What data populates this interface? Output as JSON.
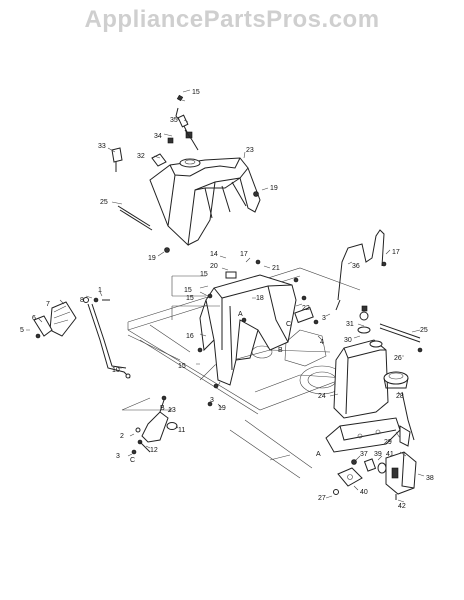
{
  "watermark": "AppliancePartsPros.com",
  "callouts": [
    {
      "label": "15"
    },
    {
      "label": "35"
    },
    {
      "label": "34"
    },
    {
      "label": "33"
    },
    {
      "label": "32"
    },
    {
      "label": "23"
    },
    {
      "label": "19"
    },
    {
      "label": "25"
    },
    {
      "label": "19"
    },
    {
      "label": "14"
    },
    {
      "label": "17"
    },
    {
      "label": "20"
    },
    {
      "label": "21"
    },
    {
      "label": "15"
    },
    {
      "label": "15"
    },
    {
      "label": "18"
    },
    {
      "label": "15"
    },
    {
      "label": "16"
    },
    {
      "label": "22"
    },
    {
      "label": "A"
    },
    {
      "label": "C"
    },
    {
      "label": "3"
    },
    {
      "label": "4"
    },
    {
      "label": "B"
    },
    {
      "label": "15"
    },
    {
      "label": "3"
    },
    {
      "label": "19"
    },
    {
      "label": "7"
    },
    {
      "label": "8"
    },
    {
      "label": "1"
    },
    {
      "label": "6"
    },
    {
      "label": "5"
    },
    {
      "label": "10"
    },
    {
      "label": "36"
    },
    {
      "label": "17"
    },
    {
      "label": "31"
    },
    {
      "label": "30"
    },
    {
      "label": "25"
    },
    {
      "label": "26"
    },
    {
      "label": "24"
    },
    {
      "label": "28"
    },
    {
      "label": "29"
    },
    {
      "label": "A"
    },
    {
      "label": "B"
    },
    {
      "label": "13"
    },
    {
      "label": "11"
    },
    {
      "label": "2"
    },
    {
      "label": "12"
    },
    {
      "label": "3"
    },
    {
      "label": "C"
    },
    {
      "label": "37"
    },
    {
      "label": "39"
    },
    {
      "label": "41"
    },
    {
      "label": "38"
    },
    {
      "label": "40"
    },
    {
      "label": "27"
    },
    {
      "label": "42"
    }
  ]
}
